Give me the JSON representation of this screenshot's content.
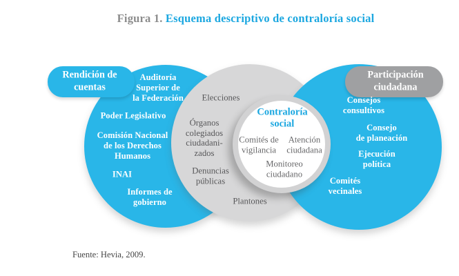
{
  "title": {
    "prefix": "Figura 1.",
    "main": "Esquema descriptivo de contraloría social"
  },
  "colors": {
    "cyan": "#29b6e8",
    "gray_circle": "#d7d7d8",
    "pill_gray": "#9fa0a2",
    "title_cyan": "#1ba7e0"
  },
  "left_circle": {
    "label": "Rendición de\ncuentas",
    "items": [
      "Auditoría\nSuperior de\nla Federación",
      "Poder Legislativo",
      "Comisión Nacional\nde los Derechos\nHumanos",
      "INAI",
      "Informes de\ngobierno"
    ]
  },
  "middle_circle": {
    "items": [
      "Elecciones",
      "Órganos\ncolegiados\nciudadani-\nzados",
      "Denuncias\npúblicas",
      "Plantones"
    ]
  },
  "inner_circle": {
    "title": "Contraloría\nsocial",
    "items": [
      "Comités de\nvigilancia",
      "Atención\nciudadana",
      "Monitoreo\nciudadano"
    ]
  },
  "right_circle": {
    "label": "Participación\nciudadana",
    "items": [
      "Consejos\nconsultivos",
      "Consejo\nde planeación",
      "Ejecución\npolítica",
      "Comités\nvecinales"
    ]
  },
  "source": "Fuente: Hevia, 2009."
}
